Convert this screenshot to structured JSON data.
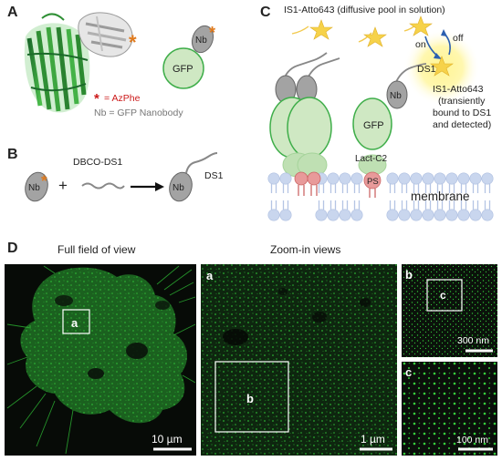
{
  "panel_letters": {
    "a": "A",
    "b": "B",
    "c": "C",
    "d": "D"
  },
  "panel_a": {
    "nb_label": "Nb",
    "gfp_label": "GFP",
    "legend_star": "*",
    "legend_azphe": "= AzPhe",
    "legend_nb": "Nb = GFP Nanobody"
  },
  "panel_b": {
    "nb_label": "Nb",
    "plus": "+",
    "dbco_label": "DBCO-DS1",
    "ds1_label": "DS1"
  },
  "panel_c": {
    "title": "IS1-Atto643 (diffusive pool in solution)",
    "on_label": "on",
    "off_label": "off",
    "ds1_label": "DS1",
    "nb_label": "Nb",
    "gfp_label": "GFP",
    "lact_label": "Lact-C2",
    "ps_label": "PS",
    "membrane_label": "membrane",
    "bound_lines": [
      "IS1-Atto643",
      "(transiently",
      "bound to DS1",
      "and detected)"
    ]
  },
  "panel_d": {
    "full_title": "Full field of view",
    "zoom_title": "Zoom-in views",
    "box_a": "a",
    "box_b": "b",
    "box_c": "c",
    "sub_a": "a",
    "sub_b": "b",
    "sub_c": "c",
    "scale_full": "10 µm",
    "scale_a": "1 µm",
    "scale_b": "300 nm",
    "scale_c": "100 nm"
  },
  "colors": {
    "gfp_fill": "#cfe8c3",
    "gfp_stroke": "#3fae4a",
    "nb_fill": "#a3a3a3",
    "azphe": "#e07a1c",
    "legend_red": "#cc1a1a",
    "star_fill": "#f6d24a",
    "membrane": "#c9d6ee",
    "ps_fill": "#e89a9a",
    "micro_bg": "#0a0f0a",
    "micro_green": "#2fd33a"
  }
}
